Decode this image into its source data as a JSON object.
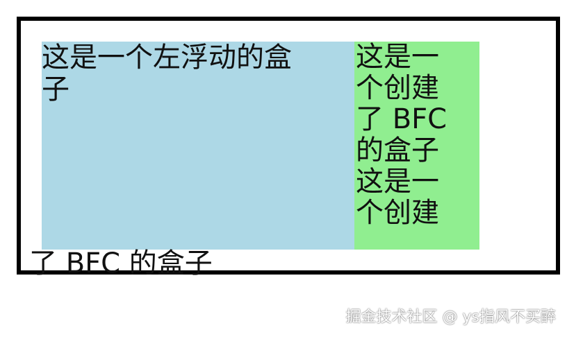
{
  "demo": {
    "float_box_lines": [
      "这是一个左浮动的盒",
      "子"
    ],
    "bfc_lines": [
      "这是一",
      "个创建",
      "了 BFC",
      "的盒子",
      "这是一",
      "个创建"
    ],
    "overflow_line": "了 BFC 的盒子",
    "colors": {
      "container_border": "#000000",
      "float_box_bg": "#add8e6",
      "bfc_box_bg": "#90ee90",
      "text": "#111111"
    }
  },
  "watermark": {
    "text": "掘金技术社区 @ ys指风不买醉"
  }
}
